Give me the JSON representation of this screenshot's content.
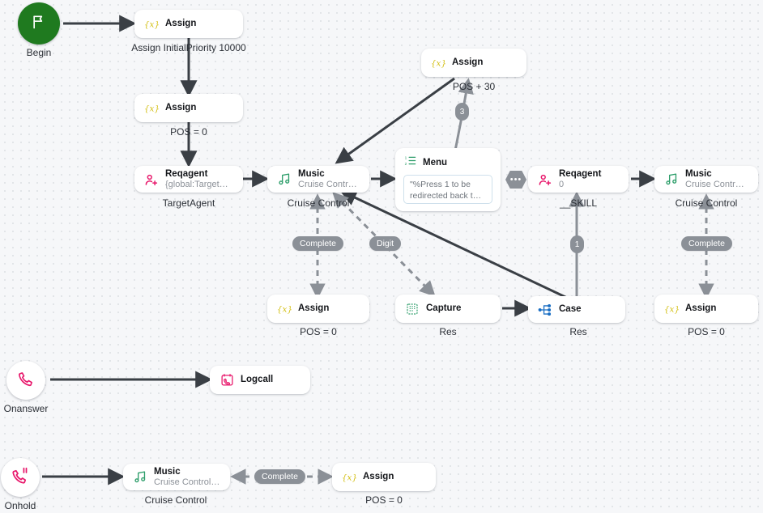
{
  "canvas": {
    "label": "call-flow-designer-canvas"
  },
  "nodes": [
    {
      "id": "begin",
      "kind": "trigger",
      "icon": "flag-icon",
      "caption": "Begin"
    },
    {
      "id": "onanswer",
      "kind": "trigger",
      "icon": "phone-icon",
      "caption": "Onanswer"
    },
    {
      "id": "onhold",
      "kind": "trigger",
      "icon": "phone-hold-icon",
      "caption": "Onhold"
    },
    {
      "id": "assign-initial",
      "icon": "assign-icon",
      "title": "Assign",
      "sub": "",
      "caption": "Assign InitialPriority 10000"
    },
    {
      "id": "assign-pos0-a",
      "icon": "assign-icon",
      "title": "Assign",
      "sub": "",
      "caption": "POS = 0"
    },
    {
      "id": "reqagent-target",
      "icon": "reqagent-icon",
      "title": "Reqagent",
      "sub": "{global:TargetAgent}",
      "caption": "TargetAgent"
    },
    {
      "id": "music-center",
      "icon": "music-icon",
      "title": "Music",
      "sub": "Cruise Control.wav",
      "caption": "Cruise Control"
    },
    {
      "id": "menu",
      "icon": "menu-icon",
      "title": "Menu",
      "sub": "\"%Press 1 to be redirected back t…",
      "caption": ""
    },
    {
      "id": "reqagent-skill",
      "icon": "reqagent-icon",
      "title": "Reqagent",
      "sub": "0",
      "caption": "__SKILL"
    },
    {
      "id": "music-right",
      "icon": "music-icon",
      "title": "Music",
      "sub": "Cruise Control.wav",
      "caption": "Cruise Control"
    },
    {
      "id": "assign-pos30",
      "icon": "assign-icon",
      "title": "Assign",
      "sub": "",
      "caption": "POS + 30"
    },
    {
      "id": "assign-pos0-b",
      "icon": "assign-icon",
      "title": "Assign",
      "sub": "",
      "caption": "POS = 0"
    },
    {
      "id": "capture-res",
      "icon": "capture-icon",
      "title": "Capture",
      "sub": "",
      "caption": "Res"
    },
    {
      "id": "case-res",
      "icon": "case-icon",
      "title": "Case",
      "sub": "",
      "caption": "Res"
    },
    {
      "id": "assign-pos0-c",
      "icon": "assign-icon",
      "title": "Assign",
      "sub": "",
      "caption": "POS = 0"
    },
    {
      "id": "logcall",
      "icon": "logcall-icon",
      "title": "Logcall",
      "sub": "",
      "caption": ""
    },
    {
      "id": "music-bottom",
      "icon": "music-icon",
      "title": "Music",
      "sub": "Cruise Control.wav",
      "caption": "Cruise Control"
    },
    {
      "id": "assign-pos0-d",
      "icon": "assign-icon",
      "title": "Assign",
      "sub": "",
      "caption": "POS = 0"
    }
  ],
  "edge_labels": {
    "complete_center": "Complete",
    "digit": "Digit",
    "complete_right": "Complete",
    "complete_bottom": "Complete",
    "branch_three": "3",
    "branch_one": "1",
    "menu_connector": "•••"
  },
  "colors": {
    "canvas_bg": "#f6f7f9",
    "grid_dot": "#dcdfe3",
    "node_bg": "#ffffff",
    "edge_dark": "#3a3f45",
    "edge_gray": "#8b9097",
    "pill_bg": "#8b9097",
    "begin_green": "#1f7a1f",
    "assign_yellow": "#d4c11a",
    "reqagent_pink": "#e8176b",
    "music_green": "#2e9e6b",
    "menu_green": "#2e9e6b",
    "capture_green": "#2e9e6b",
    "case_blue": "#1b6fc4",
    "logcall_pink": "#e8176b",
    "caption_text": "#2b2f36",
    "sub_text": "#8d9299"
  }
}
